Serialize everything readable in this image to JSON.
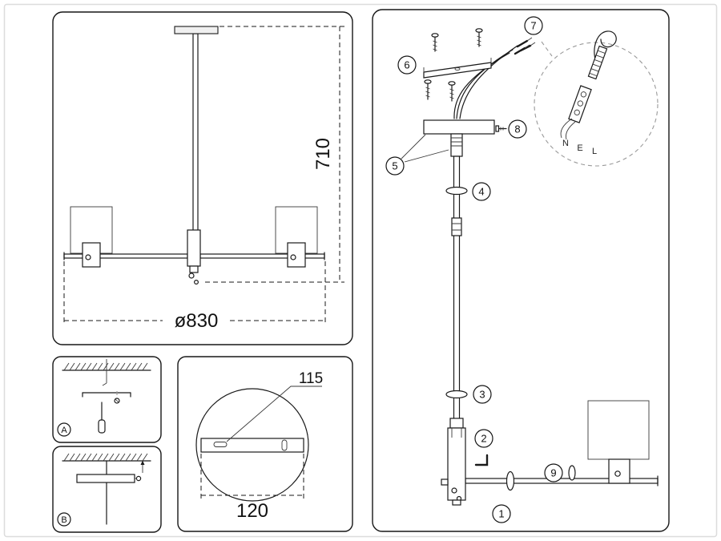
{
  "overview": {
    "height_label": "710",
    "diameter_label": "ø830"
  },
  "step_a": {
    "label": "A"
  },
  "step_b": {
    "label": "B"
  },
  "bracket_detail": {
    "slot_dim": "115",
    "width_dim": "120"
  },
  "assembly": {
    "c1": "1",
    "c2": "2",
    "c3": "3",
    "c4": "4",
    "c5": "5",
    "c6": "6",
    "c7": "7",
    "c8": "8",
    "c9": "9",
    "wiring": {
      "n": "N",
      "e": "E",
      "l": "L"
    }
  }
}
